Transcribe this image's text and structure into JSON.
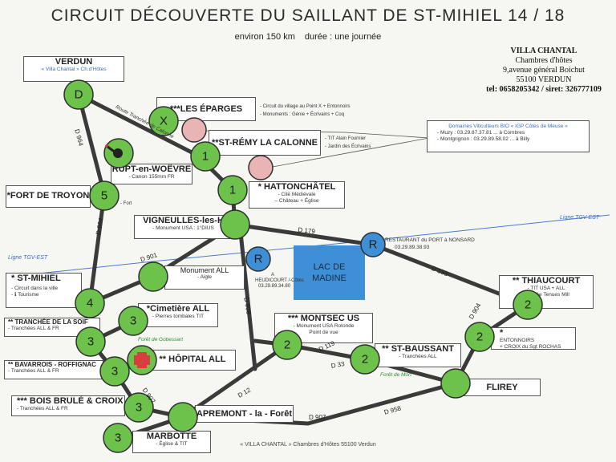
{
  "header": {
    "title": "CIRCUIT DÉCOUVERTE DU SAILLANT DE ST-MIHIEL 14 / 18",
    "distance": "environ 150 km",
    "duration": "durée : une journée"
  },
  "host": {
    "name": "VILLA CHANTAL",
    "line1": "Chambres d'hôtes",
    "address": "9,avenue général Boichut",
    "city": "55100 VERDUN",
    "tel": "tel: 0658205342 / siret: 326777109"
  },
  "places": {
    "verdun": {
      "name": "VERDUN",
      "desc": "« Villa Chantal » Ch.d'Hôtes"
    },
    "eparges": {
      "name": "***LES ÉPARGES"
    },
    "st_remy": {
      "name": "**ST-RÉMY LA CALONNE"
    },
    "rupt": {
      "name": "RUPT-en-WOËVRE",
      "desc": "- Canon 155mm FR"
    },
    "troyon": {
      "name": "*FORT DE TROYON",
      "desc": "- Fort"
    },
    "hattonchatel": {
      "name": "* HATTONCHÂTEL",
      "desc1": "- Cité Médiévale",
      "desc2": "– Château + Église"
    },
    "vigneulles": {
      "name": "VIGNEULLES-les-H",
      "desc": "- Monument USA : 1°DIUS"
    },
    "st_mihiel": {
      "name": "* ST-MIHIEL",
      "desc1": "- Circuit dans la ville",
      "desc2": "- ℹ Tourisme"
    },
    "monument_all": {
      "name": "Monument ALL",
      "desc": "- Aigle"
    },
    "cimetiere": {
      "name": "*Cimetière ALL",
      "desc": "- Pierres tombales TIT"
    },
    "tranchee_soif": {
      "name": "** TRANCHÉE DE LA SOIF",
      "desc": "- Tranchées ALL & FR"
    },
    "hopital": {
      "name": "** HÔPITAL ALL"
    },
    "bavarrois": {
      "name": "** BAVARROIS - ROFFIGNAC",
      "desc": "- Tranchées ALL & FR"
    },
    "bois_brule": {
      "name": "*** BOIS BRULÉ & CROIX",
      "desc": "- Tranchées ALL & FR"
    },
    "marbotte": {
      "name": "MARBOTTE",
      "desc": "- Église & TIT"
    },
    "apremont": {
      "name": "APREMONT - la - Forêt"
    },
    "montsec": {
      "name": "*** MONTSEC US",
      "desc1": "- Monument USA Rotonde",
      "desc2": "Point de vue"
    },
    "st_baussant": {
      "name": "** ST-BAUSSANT",
      "desc": "- Tranchées ALL"
    },
    "flirey": {
      "name": "FLIREY"
    },
    "thiaucourt": {
      "name": "** THIAUCOURT",
      "desc1": "- TIT USA + ALL",
      "desc2": "- Musée Tenues Mill"
    },
    "entonnoirs": {
      "name": "*",
      "desc1": "ENTONNOIRS",
      "desc2": "+ CROIX du Sgt ROCHAS"
    }
  },
  "notes": {
    "eparges_1": "- Circuit du village au Point X + Entonnoirs",
    "eparges_2": "- Monuments : Génie + Écrivains + Coq",
    "st_remy_1": "- TIT Alain Fournier",
    "st_remy_2": "- Jardin des Écrivains",
    "wine_title": "Domaines Viticulteurs BIO « IGP Côtes de Meuse »",
    "wine_1": "- Muzy : 03.29.87.37.81 ... à Combres",
    "wine_2": "- Montgrignon : 03.29.89.58.02 ... à Billy",
    "resto_port_1": "RESTAURANT du PORT  à NONSARD",
    "resto_port_2": "03.29.89.38.93",
    "resto_heudi_1": "A",
    "resto_heudi_2": "HEUDICOURT /-Côtes",
    "resto_heudi_3": "03.29.89.34.80"
  },
  "lake": {
    "line1": "LAC DE",
    "line2": "MADINE"
  },
  "roads": {
    "d964a": "D 964",
    "d964b": "D 964",
    "d901": "D 901",
    "d179": "D 179",
    "d908": "D 908",
    "d133": "D 133",
    "d904": "D 904",
    "d119": "D 119",
    "d33": "D 33",
    "d12": "D 12",
    "d907a": "D 907",
    "d907b": "D 907",
    "d958": "D 958"
  },
  "route_label": "Route Tranchée de Calonne",
  "tgv_left": "Ligne TGV-EST",
  "tgv_right": "Ligne TGV-EST",
  "forest_gobessart": "Forêt de Gobessart",
  "forest_mort": "Forêt de Mort",
  "footer": "« VILLA CHANTAL » Chambres d'Hôtes 55100 Verdun",
  "nodes": {
    "verdun": "D",
    "eparges": "X",
    "st_remy": "1",
    "troyon": "5",
    "hatton": "1",
    "st_mihiel": "4",
    "soif": "3",
    "cimetiere": "3",
    "bavarrois": "3",
    "bois_brule": "3",
    "marbotte": "3",
    "montsec": "2",
    "st_baussant": "2",
    "thiaucourt": "2",
    "entonnoirs": "2",
    "r_heudi": "R",
    "r_port": "R"
  },
  "colors": {
    "node_green": "#6cc24a",
    "node_pink": "#e8b4b4",
    "node_blue": "#3e8fd6",
    "road": "#3a3a3a",
    "tgv": "#4a7bc8",
    "lake": "#3e8fd6",
    "hospital": "#d93d3d"
  }
}
